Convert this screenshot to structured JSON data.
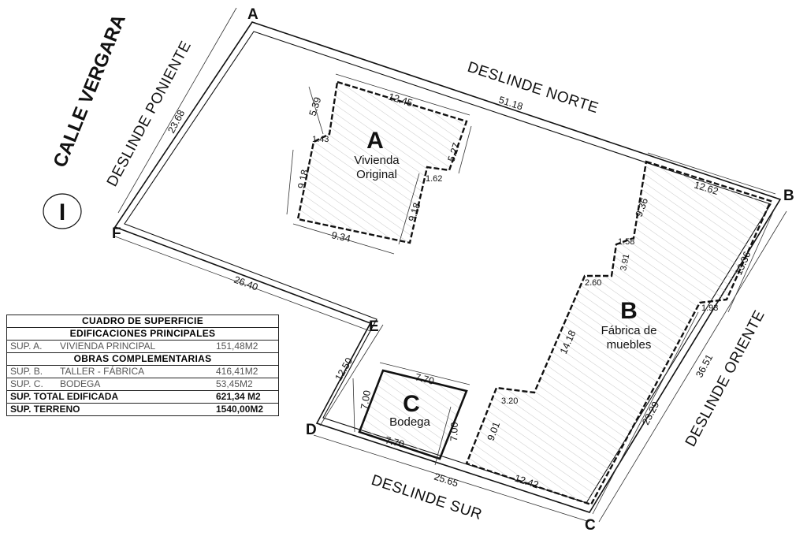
{
  "street": "CALLE VERGARA",
  "compass_label": "I",
  "vertices": {
    "a": "A",
    "b": "B",
    "c": "C",
    "d": "D",
    "e": "E",
    "f": "F"
  },
  "sides": {
    "north": "DESLINDE NORTE",
    "south": "DESLINDE SUR",
    "east": "DESLINDE ORIENTE",
    "west": "DESLINDE PONIENTE"
  },
  "lot_dimensions": {
    "north": "51.18",
    "west": "23.68",
    "east": "36.51",
    "south": "25.65",
    "fe": "26.40",
    "ed": "12.50"
  },
  "building_a": {
    "letter": "A",
    "name_line1": "Vivienda",
    "name_line2": "Original",
    "dims": {
      "top": "12.45",
      "left_top": "5.39",
      "notch": "1.43",
      "left": "9.18",
      "bottom": "9.34",
      "right_top": "5.27",
      "right_notch": "1.62",
      "right": "9.18"
    }
  },
  "building_b": {
    "letter": "B",
    "name_line1": "Fábrica de",
    "name_line2": "muebles",
    "dims": {
      "top": "12.62",
      "left_top": "9.36",
      "step1": "1.58",
      "left_mid": "3.91",
      "step2": "2.60",
      "left_long": "14.18",
      "step3": "3.20",
      "left_bottom": "9.01",
      "bottom": "12.42",
      "right_top": "13.36",
      "right_step": "1.93",
      "right_long": "23.29"
    }
  },
  "building_c": {
    "letter": "C",
    "name": "Bodega",
    "dims": {
      "top": "7.70",
      "left": "7.00",
      "right": "7.00",
      "bottom": "7.70"
    }
  },
  "area_table": {
    "title": "CUADRO DE SUPERFICIE",
    "section1": "EDIFICACIONES PRINCIPALES",
    "rows1": [
      {
        "code": "SUP. A.",
        "label": "VIVIENDA PRINCIPAL",
        "value": "151,48M2"
      }
    ],
    "section2": "OBRAS COMPLEMENTARIAS",
    "rows2": [
      {
        "code": "SUP. B.",
        "label": "TALLER - FÁBRICA",
        "value": "416,41M2"
      },
      {
        "code": "SUP. C.",
        "label": "BODEGA",
        "value": "53,45M2"
      }
    ],
    "total_built_label": "SUP. TOTAL EDIFICADA",
    "total_built_value": "621,34 M2",
    "land_label": "SUP. TERRENO",
    "land_value": "1540,00M2"
  }
}
